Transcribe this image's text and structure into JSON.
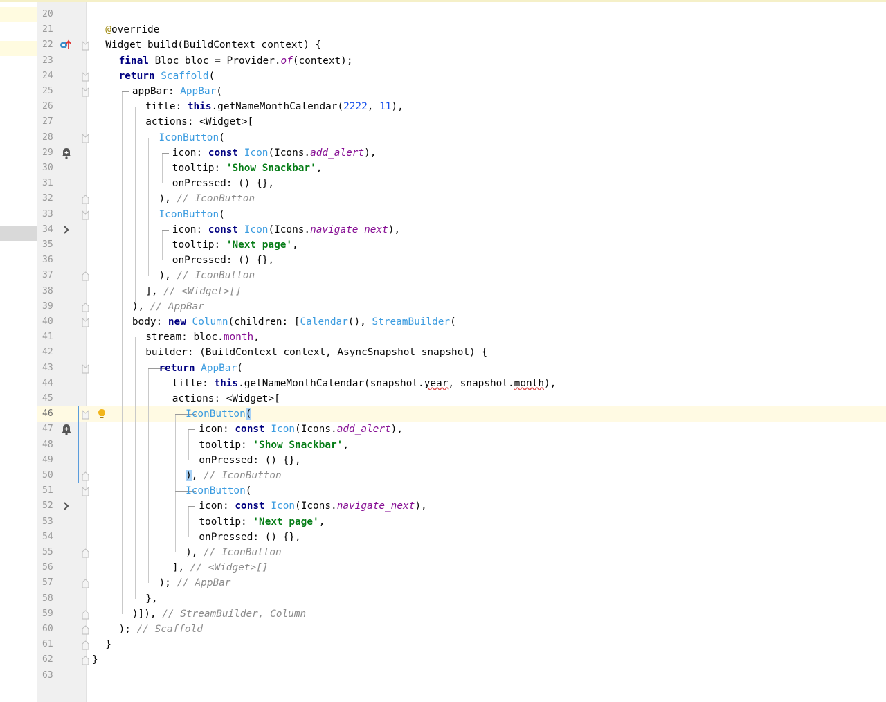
{
  "editor": {
    "caret_line": 46,
    "gutter_icons": {
      "override_marker": "override-method-icon",
      "bell": "add-alert-icon",
      "chevron": "navigate-next-icon",
      "bulb": "intention-bulb-icon"
    },
    "lines": [
      {
        "n": "20",
        "indent": 0,
        "tokens": []
      },
      {
        "n": "21",
        "indent": 1,
        "tokens": [
          {
            "t": "@",
            "c": "ann"
          },
          {
            "t": "override",
            "c": "pl"
          }
        ]
      },
      {
        "n": "22",
        "indent": 1,
        "tokens": [
          {
            "t": "Widget build(BuildContext context) {",
            "c": "pl"
          }
        ]
      },
      {
        "n": "23",
        "indent": 2,
        "tokens": [
          {
            "t": "final",
            "c": "kw"
          },
          {
            "t": " Bloc bloc = Provider.",
            "c": "pl"
          },
          {
            "t": "of",
            "c": "itl"
          },
          {
            "t": "(context);",
            "c": "pl"
          }
        ]
      },
      {
        "n": "24",
        "indent": 2,
        "tokens": [
          {
            "t": "return",
            "c": "kw"
          },
          {
            "t": " ",
            "c": "pl"
          },
          {
            "t": "Scaffold",
            "c": "cls"
          },
          {
            "t": "(",
            "c": "pl"
          }
        ]
      },
      {
        "n": "25",
        "indent": 3,
        "tokens": [
          {
            "t": "appBar: ",
            "c": "pl"
          },
          {
            "t": "AppBar",
            "c": "cls"
          },
          {
            "t": "(",
            "c": "pl"
          }
        ]
      },
      {
        "n": "26",
        "indent": 4,
        "tokens": [
          {
            "t": "title: ",
            "c": "pl"
          },
          {
            "t": "this",
            "c": "kw"
          },
          {
            "t": ".getNameMonthCalendar(",
            "c": "pl"
          },
          {
            "t": "2222",
            "c": "num"
          },
          {
            "t": ", ",
            "c": "pl"
          },
          {
            "t": "11",
            "c": "num"
          },
          {
            "t": "),",
            "c": "pl"
          }
        ]
      },
      {
        "n": "27",
        "indent": 4,
        "tokens": [
          {
            "t": "actions: <Widget>[",
            "c": "pl"
          }
        ]
      },
      {
        "n": "28",
        "indent": 5,
        "tokens": [
          {
            "t": "IconButton",
            "c": "cls"
          },
          {
            "t": "(",
            "c": "pl"
          }
        ]
      },
      {
        "n": "29",
        "indent": 6,
        "tokens": [
          {
            "t": "icon: ",
            "c": "pl"
          },
          {
            "t": "const",
            "c": "kw"
          },
          {
            "t": " ",
            "c": "pl"
          },
          {
            "t": "Icon",
            "c": "cls"
          },
          {
            "t": "(Icons.",
            "c": "pl"
          },
          {
            "t": "add_alert",
            "c": "itl"
          },
          {
            "t": "),",
            "c": "pl"
          }
        ]
      },
      {
        "n": "30",
        "indent": 6,
        "tokens": [
          {
            "t": "tooltip: ",
            "c": "pl"
          },
          {
            "t": "'Show Snackbar'",
            "c": "str"
          },
          {
            "t": ",",
            "c": "pl"
          }
        ]
      },
      {
        "n": "31",
        "indent": 6,
        "tokens": [
          {
            "t": "onPressed: () {},",
            "c": "pl"
          }
        ]
      },
      {
        "n": "32",
        "indent": 5,
        "tokens": [
          {
            "t": "), ",
            "c": "pl"
          },
          {
            "t": "// IconButton",
            "c": "com"
          }
        ]
      },
      {
        "n": "33",
        "indent": 5,
        "tokens": [
          {
            "t": "IconButton",
            "c": "cls"
          },
          {
            "t": "(",
            "c": "pl"
          }
        ]
      },
      {
        "n": "34",
        "indent": 6,
        "tokens": [
          {
            "t": "icon: ",
            "c": "pl"
          },
          {
            "t": "const",
            "c": "kw"
          },
          {
            "t": " ",
            "c": "pl"
          },
          {
            "t": "Icon",
            "c": "cls"
          },
          {
            "t": "(Icons.",
            "c": "pl"
          },
          {
            "t": "navigate_next",
            "c": "itl"
          },
          {
            "t": "),",
            "c": "pl"
          }
        ]
      },
      {
        "n": "35",
        "indent": 6,
        "tokens": [
          {
            "t": "tooltip: ",
            "c": "pl"
          },
          {
            "t": "'Next page'",
            "c": "str"
          },
          {
            "t": ",",
            "c": "pl"
          }
        ]
      },
      {
        "n": "36",
        "indent": 6,
        "tokens": [
          {
            "t": "onPressed: () {},",
            "c": "pl"
          }
        ]
      },
      {
        "n": "37",
        "indent": 5,
        "tokens": [
          {
            "t": "), ",
            "c": "pl"
          },
          {
            "t": "// IconButton",
            "c": "com"
          }
        ]
      },
      {
        "n": "38",
        "indent": 4,
        "tokens": [
          {
            "t": "], ",
            "c": "pl"
          },
          {
            "t": "// <Widget>[]",
            "c": "com"
          }
        ]
      },
      {
        "n": "39",
        "indent": 3,
        "tokens": [
          {
            "t": "), ",
            "c": "pl"
          },
          {
            "t": "// AppBar",
            "c": "com"
          }
        ]
      },
      {
        "n": "40",
        "indent": 3,
        "tokens": [
          {
            "t": "body: ",
            "c": "pl"
          },
          {
            "t": "new",
            "c": "kw"
          },
          {
            "t": " ",
            "c": "pl"
          },
          {
            "t": "Column",
            "c": "cls"
          },
          {
            "t": "(children: [",
            "c": "pl"
          },
          {
            "t": "Calendar",
            "c": "cls"
          },
          {
            "t": "(), ",
            "c": "pl"
          },
          {
            "t": "StreamBuilder",
            "c": "cls"
          },
          {
            "t": "(",
            "c": "pl"
          }
        ]
      },
      {
        "n": "41",
        "indent": 4,
        "tokens": [
          {
            "t": "stream: bloc.",
            "c": "pl"
          },
          {
            "t": "month",
            "c": "fld"
          },
          {
            "t": ",",
            "c": "pl"
          }
        ]
      },
      {
        "n": "42",
        "indent": 4,
        "tokens": [
          {
            "t": "builder: (BuildContext context, AsyncSnapshot snapshot) {",
            "c": "pl"
          }
        ]
      },
      {
        "n": "43",
        "indent": 5,
        "tokens": [
          {
            "t": "return",
            "c": "kw"
          },
          {
            "t": " ",
            "c": "pl"
          },
          {
            "t": "AppBar",
            "c": "cls"
          },
          {
            "t": "(",
            "c": "pl"
          }
        ]
      },
      {
        "n": "44",
        "indent": 6,
        "tokens": [
          {
            "t": "title: ",
            "c": "pl"
          },
          {
            "t": "this",
            "c": "kw"
          },
          {
            "t": ".getNameMonthCalendar(snapshot.",
            "c": "pl"
          },
          {
            "t": "year",
            "c": "ul"
          },
          {
            "t": ", snapshot.",
            "c": "pl"
          },
          {
            "t": "month",
            "c": "ul"
          },
          {
            "t": "),",
            "c": "pl"
          }
        ]
      },
      {
        "n": "45",
        "indent": 6,
        "tokens": [
          {
            "t": "actions: <Widget>[",
            "c": "pl"
          }
        ]
      },
      {
        "n": "46",
        "indent": 7,
        "tokens": [
          {
            "t": "IconButton",
            "c": "cls"
          },
          {
            "t": "(",
            "c": "brace"
          }
        ]
      },
      {
        "n": "47",
        "indent": 8,
        "tokens": [
          {
            "t": "icon: ",
            "c": "pl"
          },
          {
            "t": "const",
            "c": "kw"
          },
          {
            "t": " ",
            "c": "pl"
          },
          {
            "t": "Icon",
            "c": "cls"
          },
          {
            "t": "(Icons.",
            "c": "pl"
          },
          {
            "t": "add_alert",
            "c": "itl"
          },
          {
            "t": "),",
            "c": "pl"
          }
        ]
      },
      {
        "n": "48",
        "indent": 8,
        "tokens": [
          {
            "t": "tooltip: ",
            "c": "pl"
          },
          {
            "t": "'Show Snackbar'",
            "c": "str"
          },
          {
            "t": ",",
            "c": "pl"
          }
        ]
      },
      {
        "n": "49",
        "indent": 8,
        "tokens": [
          {
            "t": "onPressed: () {},",
            "c": "pl"
          }
        ]
      },
      {
        "n": "50",
        "indent": 7,
        "tokens": [
          {
            "t": ")",
            "c": "brace"
          },
          {
            "t": ", ",
            "c": "pl"
          },
          {
            "t": "// IconButton",
            "c": "com"
          }
        ]
      },
      {
        "n": "51",
        "indent": 7,
        "tokens": [
          {
            "t": "IconButton",
            "c": "cls"
          },
          {
            "t": "(",
            "c": "pl"
          }
        ]
      },
      {
        "n": "52",
        "indent": 8,
        "tokens": [
          {
            "t": "icon: ",
            "c": "pl"
          },
          {
            "t": "const",
            "c": "kw"
          },
          {
            "t": " ",
            "c": "pl"
          },
          {
            "t": "Icon",
            "c": "cls"
          },
          {
            "t": "(Icons.",
            "c": "pl"
          },
          {
            "t": "navigate_next",
            "c": "itl"
          },
          {
            "t": "),",
            "c": "pl"
          }
        ]
      },
      {
        "n": "53",
        "indent": 8,
        "tokens": [
          {
            "t": "tooltip: ",
            "c": "pl"
          },
          {
            "t": "'Next page'",
            "c": "str"
          },
          {
            "t": ",",
            "c": "pl"
          }
        ]
      },
      {
        "n": "54",
        "indent": 8,
        "tokens": [
          {
            "t": "onPressed: () {},",
            "c": "pl"
          }
        ]
      },
      {
        "n": "55",
        "indent": 7,
        "tokens": [
          {
            "t": "), ",
            "c": "pl"
          },
          {
            "t": "// IconButton",
            "c": "com"
          }
        ]
      },
      {
        "n": "56",
        "indent": 6,
        "tokens": [
          {
            "t": "], ",
            "c": "pl"
          },
          {
            "t": "// <Widget>[]",
            "c": "com"
          }
        ]
      },
      {
        "n": "57",
        "indent": 5,
        "tokens": [
          {
            "t": "); ",
            "c": "pl"
          },
          {
            "t": "// AppBar",
            "c": "com"
          }
        ]
      },
      {
        "n": "58",
        "indent": 4,
        "tokens": [
          {
            "t": "},",
            "c": "pl"
          }
        ]
      },
      {
        "n": "59",
        "indent": 3,
        "tokens": [
          {
            "t": ")]), ",
            "c": "pl"
          },
          {
            "t": "// StreamBuilder, Column",
            "c": "com"
          }
        ]
      },
      {
        "n": "60",
        "indent": 2,
        "tokens": [
          {
            "t": "); ",
            "c": "pl"
          },
          {
            "t": "// Scaffold",
            "c": "com"
          }
        ]
      },
      {
        "n": "61",
        "indent": 1,
        "tokens": [
          {
            "t": "}",
            "c": "pl"
          }
        ]
      },
      {
        "n": "62",
        "indent": 0,
        "tokens": [
          {
            "t": "}",
            "c": "pl"
          }
        ]
      },
      {
        "n": "63",
        "indent": 0,
        "tokens": []
      }
    ]
  }
}
